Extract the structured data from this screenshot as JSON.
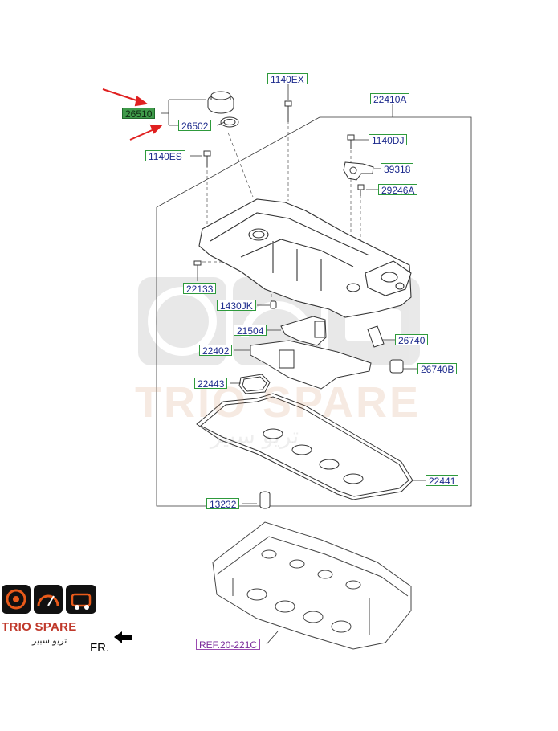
{
  "labels": {
    "l26510": "26510",
    "l26502": "26502",
    "l1140EX": "1140EX",
    "l22410A": "22410A",
    "l1140DJ": "1140DJ",
    "l1140ES": "1140ES",
    "l39318": "39318",
    "l29246A": "29246A",
    "l22133": "22133",
    "l1430JK": "1430JK",
    "l21504": "21504",
    "l26740": "26740",
    "l22402": "22402",
    "l26740B": "26740B",
    "l22443": "22443",
    "l22441": "22441",
    "l13232": "13232",
    "ref": "REF.20-221C"
  },
  "direction_label": "FR.",
  "brand": {
    "name": "TRIO SPARE",
    "name_arabic": "تريو سبير"
  },
  "colors": {
    "label_border": "#2e9a3c",
    "label_text": "#1c2a8c",
    "highlight_fill": "#3f9a4a",
    "arrow_red": "#e02020",
    "brand_red": "#c0392b",
    "ref_purple": "#7a2a9a"
  }
}
